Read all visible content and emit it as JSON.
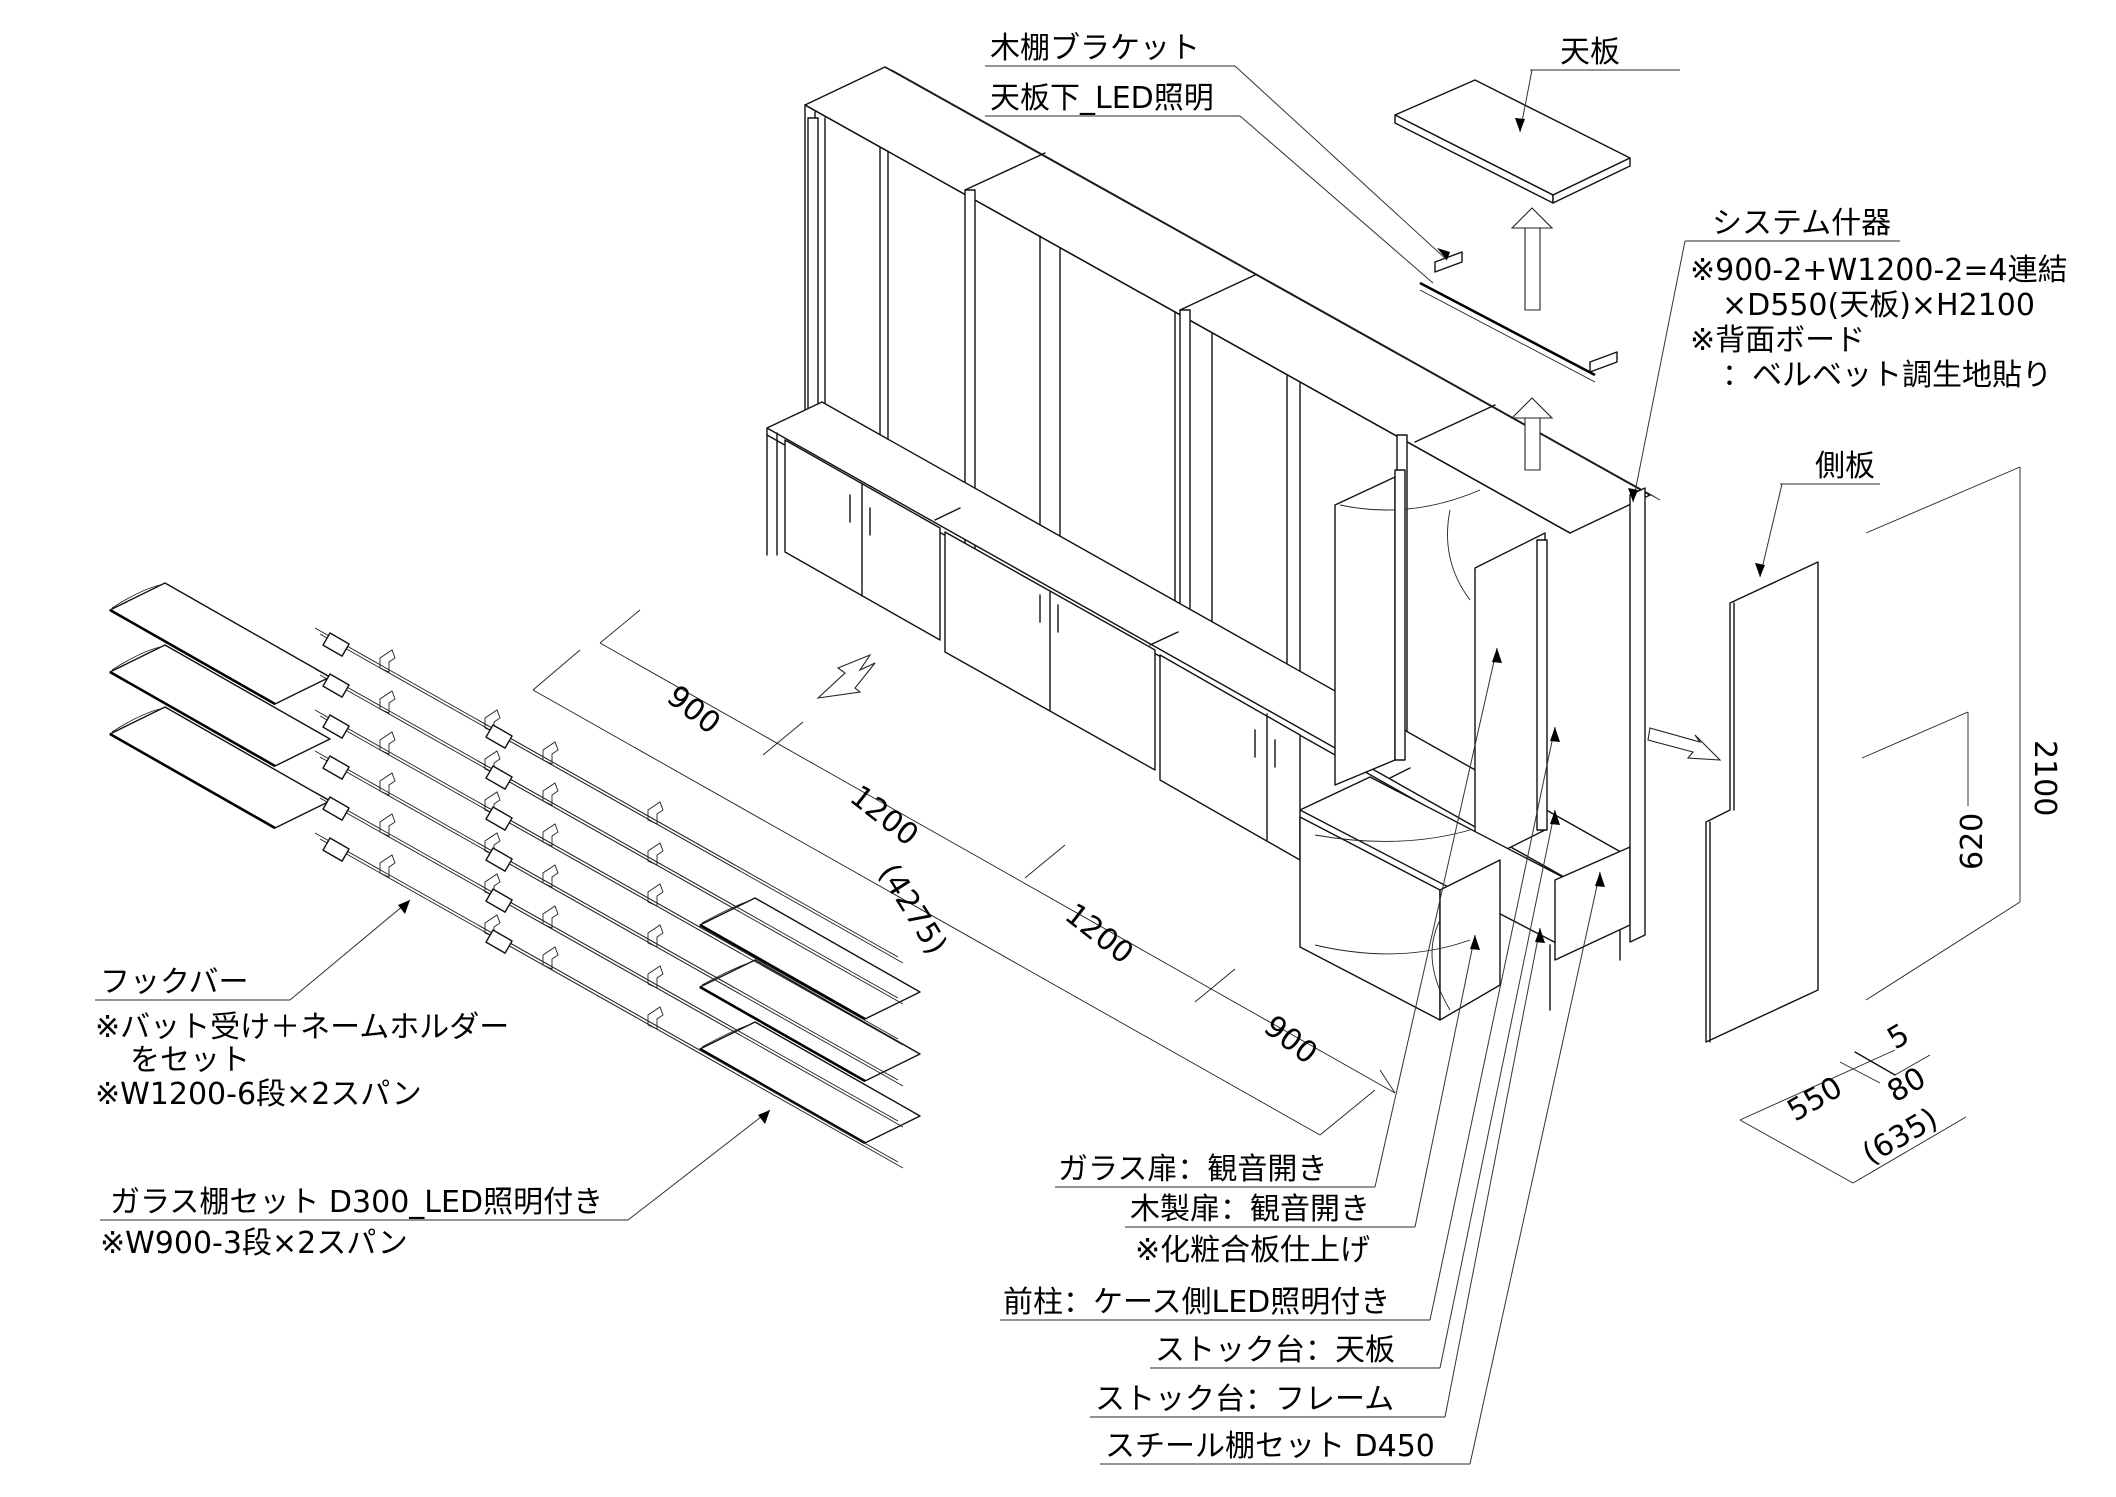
{
  "labels": {
    "wood_shelf_bracket": "木棚ブラケット",
    "under_top_led": "天板下_LED照明",
    "top_board": "天板",
    "system_fixture": {
      "title": "システム什器",
      "note1": "※900-2+W1200-2=4連結",
      "note2": "×D550(天板)×H2100",
      "note3": "※背面ボード",
      "note4": "：ベルベット調生地貼り"
    },
    "side_panel": "側板",
    "hook_bar": {
      "title": "フックバー",
      "note1": "※バット受け＋ネームホルダー",
      "note2": "をセット",
      "note3": "※W1200-6段×2スパン"
    },
    "glass_shelf": {
      "title": "ガラス棚セット D300_LED照明付き",
      "note1": "※W900-3段×2スパン"
    },
    "glass_door": "ガラス扉：観音開き",
    "wood_door": {
      "title": "木製扉：観音開き",
      "note1": "※化粧合板仕上げ"
    },
    "front_post": "前柱：ケース側LED照明付き",
    "stock_top": "ストック台：天板",
    "stock_frame": "ストック台：フレーム",
    "steel_shelf": "スチール棚セット D450"
  },
  "dimensions": {
    "widths": [
      "900",
      "1200",
      "1200",
      "900"
    ],
    "total_width": "(4275)",
    "height_total": "2100",
    "height_base": "620",
    "depth_top": "550",
    "depth_gap": "5",
    "depth_stock": "80",
    "depth_total": "(635)"
  }
}
